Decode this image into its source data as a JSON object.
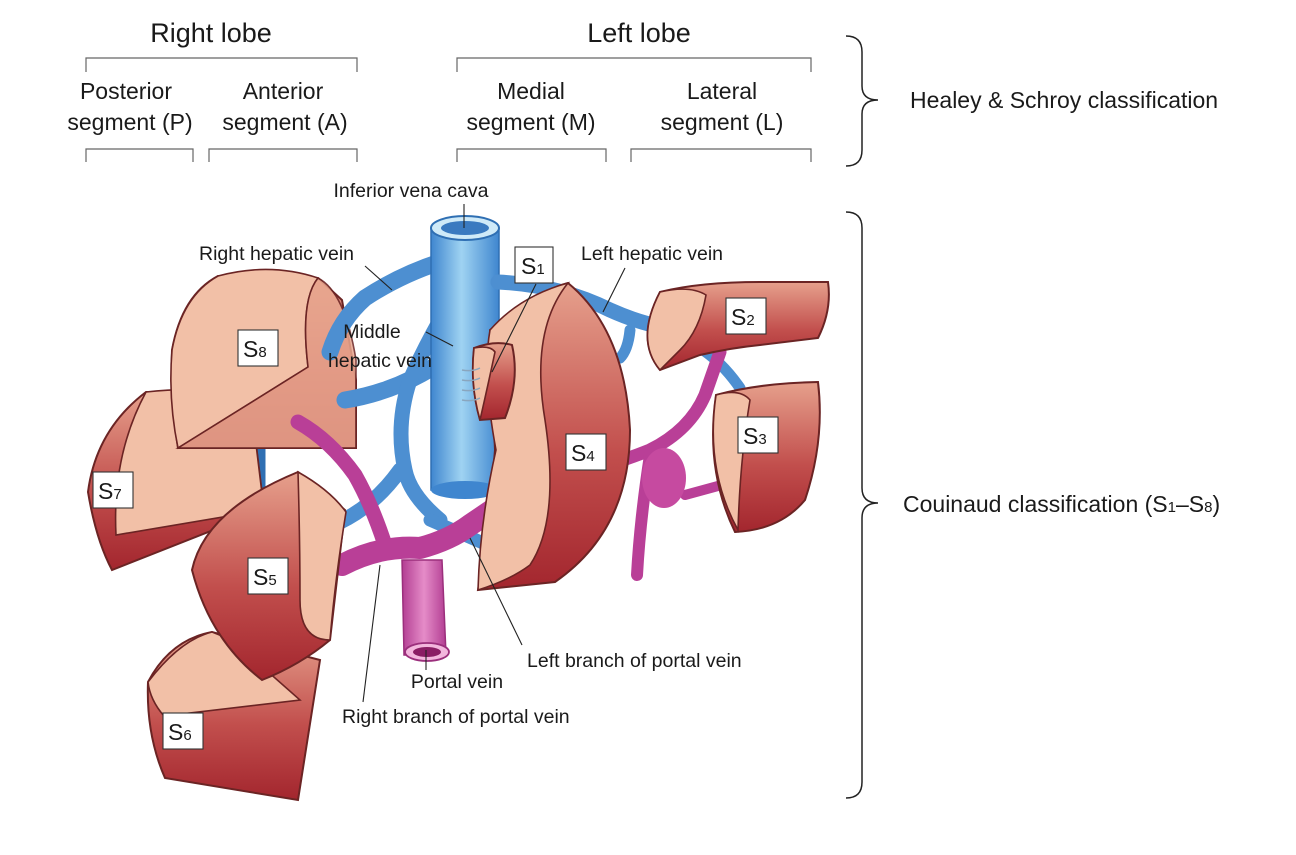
{
  "header": {
    "right_lobe": "Right lobe",
    "left_lobe": "Left lobe",
    "posterior_line1": "Posterior",
    "posterior_line2": "segment (P)",
    "anterior_line1": "Anterior",
    "anterior_line2": "segment (A)",
    "medial_line1": "Medial",
    "medial_line2": "segment (M)",
    "lateral_line1": "Lateral",
    "lateral_line2": "segment (L)"
  },
  "classifications": {
    "healey_schroy": "Healey & Schroy classification",
    "couinaud_prefix": "Couinaud classification (S",
    "couinaud_sub1": "1",
    "couinaud_dash": "–S",
    "couinaud_sub8": "8",
    "couinaud_suffix": ")"
  },
  "vessel_labels": {
    "ivc": "Inferior vena cava",
    "right_hepatic": "Right hepatic vein",
    "left_hepatic": "Left hepatic vein",
    "middle_hepatic_line1": "Middle",
    "middle_hepatic_line2": "hepatic vein",
    "portal": "Portal vein",
    "left_branch_portal": "Left branch of portal vein",
    "right_branch_portal": "Right branch of portal vein"
  },
  "segments": {
    "letter": "S",
    "s1": "1",
    "s2": "2",
    "s3": "3",
    "s4": "4",
    "s5": "5",
    "s6": "6",
    "s7": "7",
    "s8": "8"
  },
  "colors": {
    "hepatic_vein": "#4d8fd1",
    "portal_vein": "#b93f97",
    "segment_dark": "#a3262e",
    "segment_light": "#f2c0a7"
  }
}
